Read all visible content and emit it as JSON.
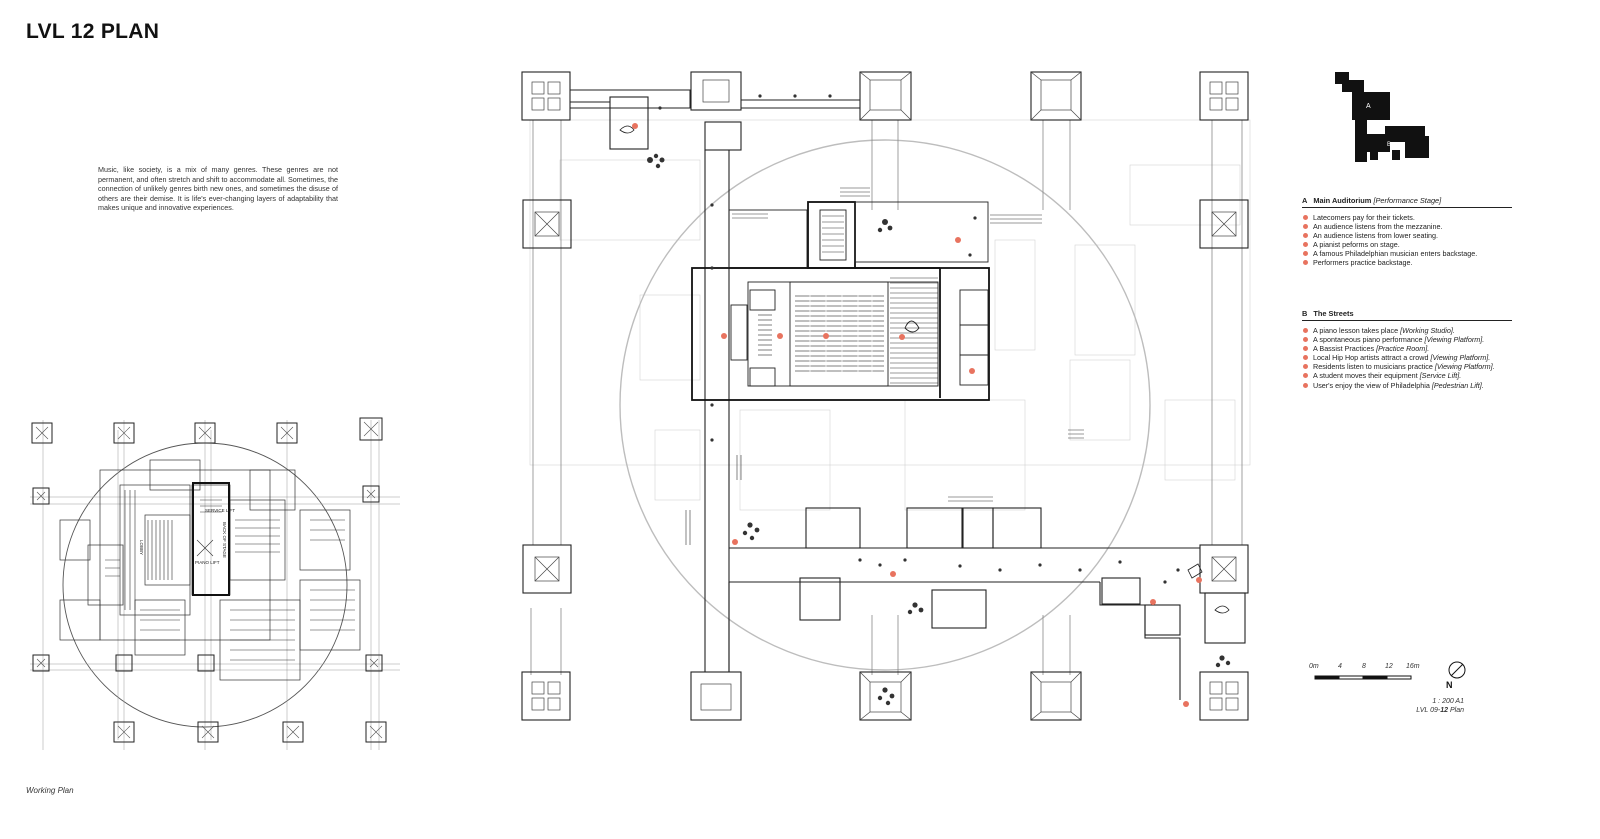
{
  "page": {
    "title": "LVL 12 PLAN",
    "intro": "Music, like society, is a mix of many genres. These genres are not permanent, and often stretch and shift to accommodate all. Sometimes, the connection of unlikely genres birth new ones, and sometimes the disuse of others are their demise. It is life's ever-changing layers of adaptability that makes unique and innovative experiences.",
    "caption": "Working Plan"
  },
  "keyplan": {
    "label_a": "A",
    "label_b": "B"
  },
  "sketch": {
    "labels": [
      "SERVICE LIFT",
      "PIANO LIFT",
      "BACK OF STAGE",
      "LOBBY"
    ]
  },
  "legend": {
    "a": {
      "code": "A",
      "title": "Main Auditorium",
      "subtitle": "[Performance Stage]",
      "items": [
        {
          "text": "Latecomers pay for their tickets.",
          "note": ""
        },
        {
          "text": "An audience listens from the mezzanine.",
          "note": ""
        },
        {
          "text": "An audience listens from lower seating.",
          "note": ""
        },
        {
          "text": "A pianist peforms on stage.",
          "note": ""
        },
        {
          "text": "A famous Philadelphian musician enters backstage.",
          "note": ""
        },
        {
          "text": "Performers practice backstage.",
          "note": ""
        }
      ]
    },
    "b": {
      "code": "B",
      "title": "The Streets",
      "subtitle": "",
      "items": [
        {
          "text": "A piano lesson takes place ",
          "note": "[Working Studio]."
        },
        {
          "text": "A spontaneous piano performance ",
          "note": "[Viewing Platform]."
        },
        {
          "text": "A Bassist Practices ",
          "note": "[Practice Room]."
        },
        {
          "text": "Local Hip Hop artists attract a crowd ",
          "note": "[Viewing Platform]."
        },
        {
          "text": "Residents listen to musicians practice ",
          "note": "[Viewing Platform]."
        },
        {
          "text": "A student moves their equipment ",
          "note": "[Service Lift]."
        },
        {
          "text": "User's enjoy the view of Philadelphia ",
          "note": "[Pedestrian Lift]."
        }
      ]
    }
  },
  "scale": {
    "ticks": [
      "0m",
      "4",
      "8",
      "12",
      "16m"
    ],
    "ratio": "1 : 200 A1",
    "sheet_prefix": "LVL 09-",
    "sheet_bold": "12",
    "sheet_suffix": " Plan",
    "north": "N"
  },
  "colors": {
    "marker": "#e8735f",
    "ink": "#111111",
    "grey": "#bdbdbd"
  }
}
